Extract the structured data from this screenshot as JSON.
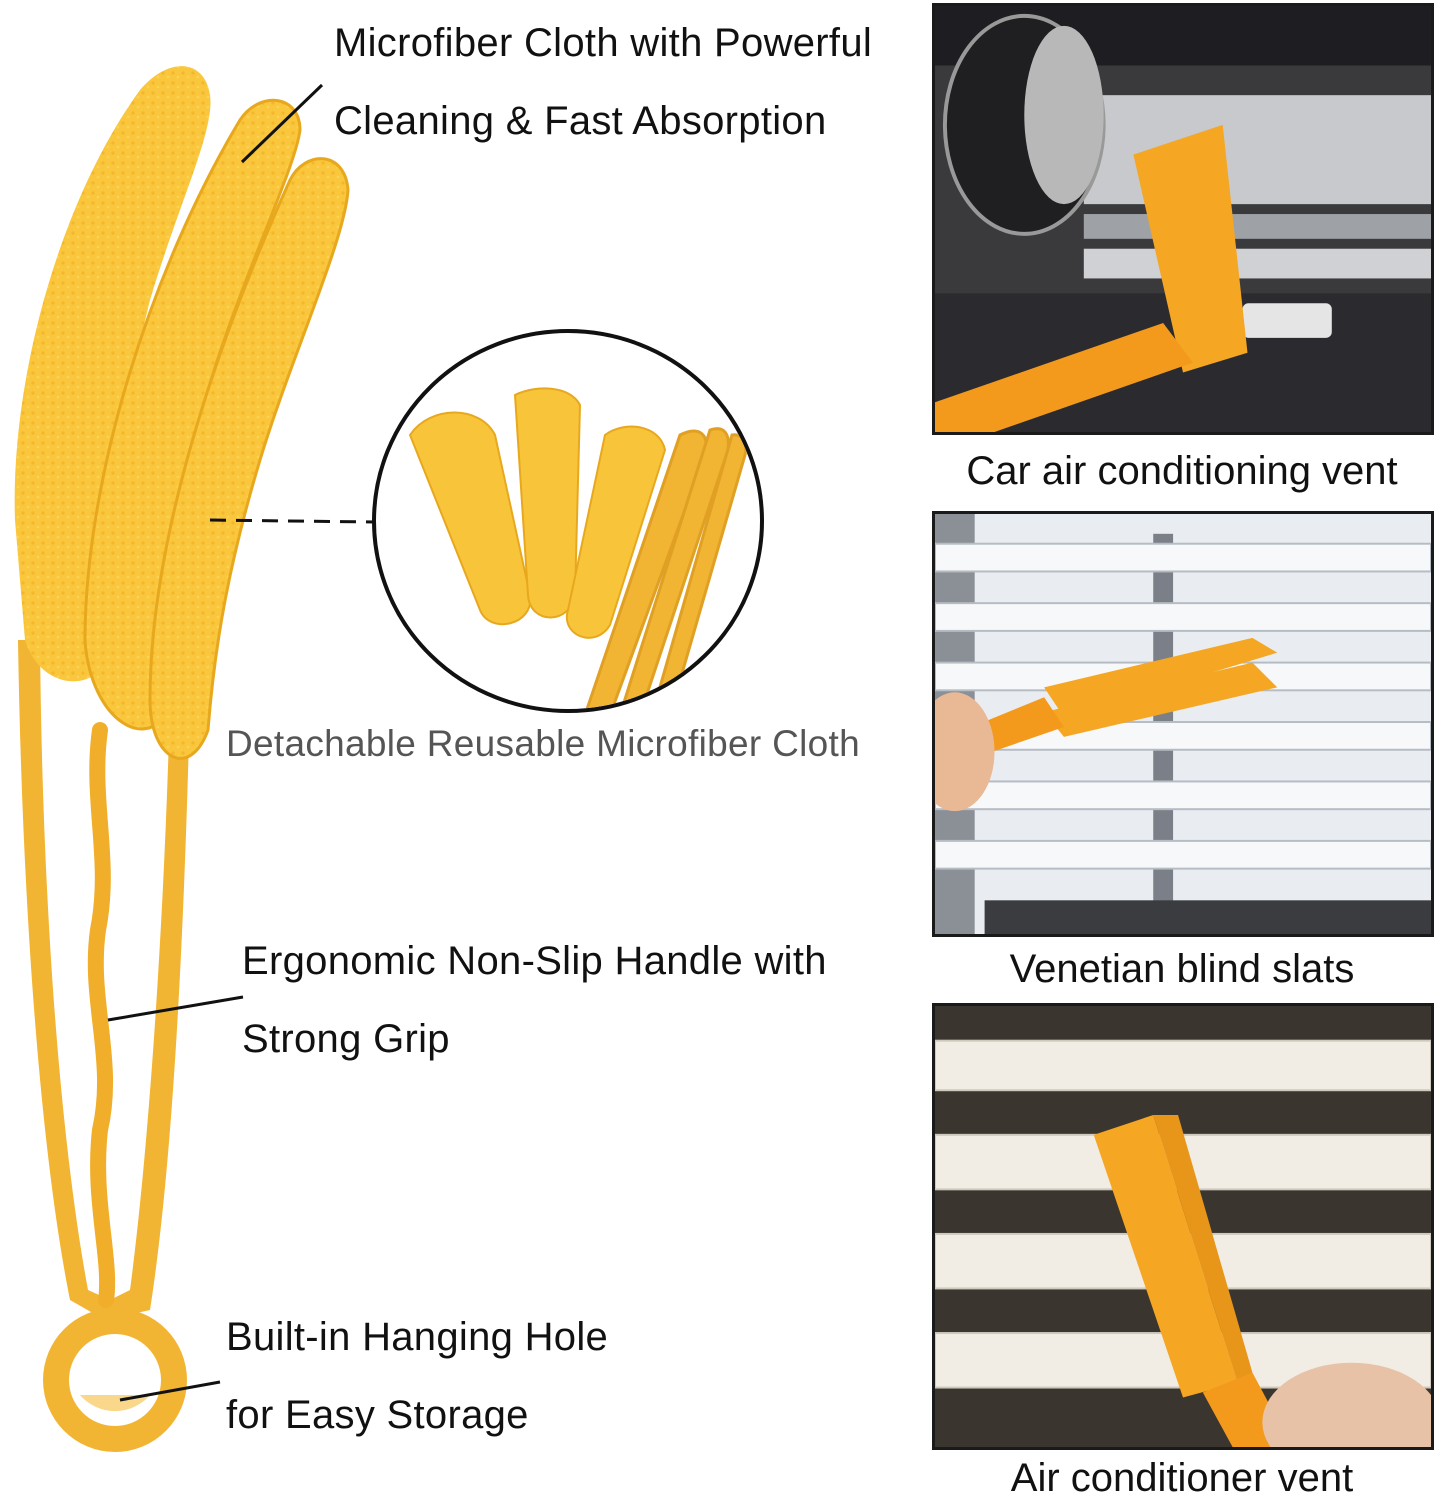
{
  "product": {
    "icon": "blind-cleaner-brush-icon",
    "colors": {
      "cloth": "#F9C63C",
      "cloth_shadow": "#E8A81E",
      "handle": "#F2B433",
      "accent_orange": "#F39A1C"
    }
  },
  "callouts": {
    "cloth": {
      "line1": "Microfiber Cloth with Powerful",
      "line2": "Cleaning & Fast Absorption"
    },
    "detachable": {
      "text": "Detachable Reusable Microfiber Cloth"
    },
    "handle": {
      "line1": "Ergonomic Non-Slip Handle with",
      "line2": "Strong Grip"
    },
    "hole": {
      "line1": "Built-in Hanging Hole",
      "line2": "for Easy Storage"
    }
  },
  "usage_photos": [
    {
      "caption": "Car air conditioning vent",
      "icon": "car-vent-photo"
    },
    {
      "caption": "Venetian blind slats",
      "icon": "venetian-blind-photo"
    },
    {
      "caption": "Air conditioner vent",
      "icon": "ac-vent-photo"
    }
  ]
}
